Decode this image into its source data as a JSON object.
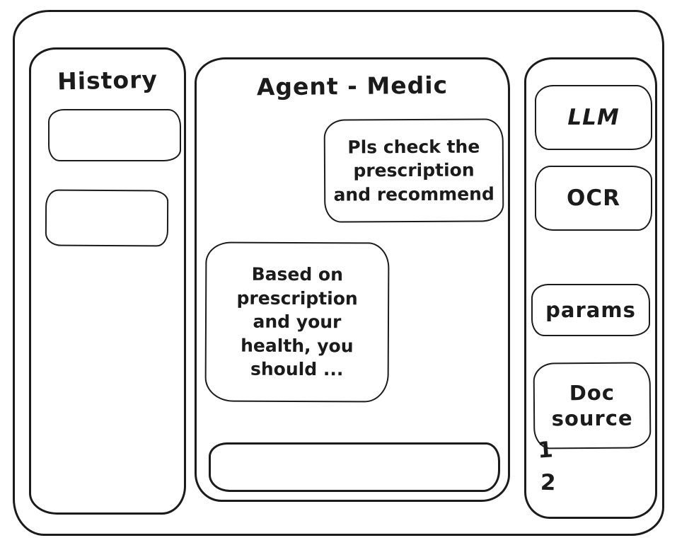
{
  "app": {
    "background": "#ffffff",
    "stroke_color": "#1b1b1b"
  },
  "history_panel": {
    "title": "History",
    "items": [
      {
        "label": ""
      },
      {
        "label": ""
      }
    ]
  },
  "chat_panel": {
    "title": "Agent - Medic",
    "messages": [
      {
        "role": "user",
        "text": "Pls check the\nprescription\nand recommend"
      },
      {
        "role": "assistant",
        "text": "Based on\nprescription\nand your\nhealth, you\nshould ..."
      }
    ],
    "input": {
      "value": ""
    }
  },
  "tools_panel": {
    "llm_label": "LLM",
    "ocr_label": "OCR",
    "params_label": "params",
    "doc_source_label": "Doc\nsource",
    "doc_source_items": [
      "1",
      "2"
    ]
  }
}
